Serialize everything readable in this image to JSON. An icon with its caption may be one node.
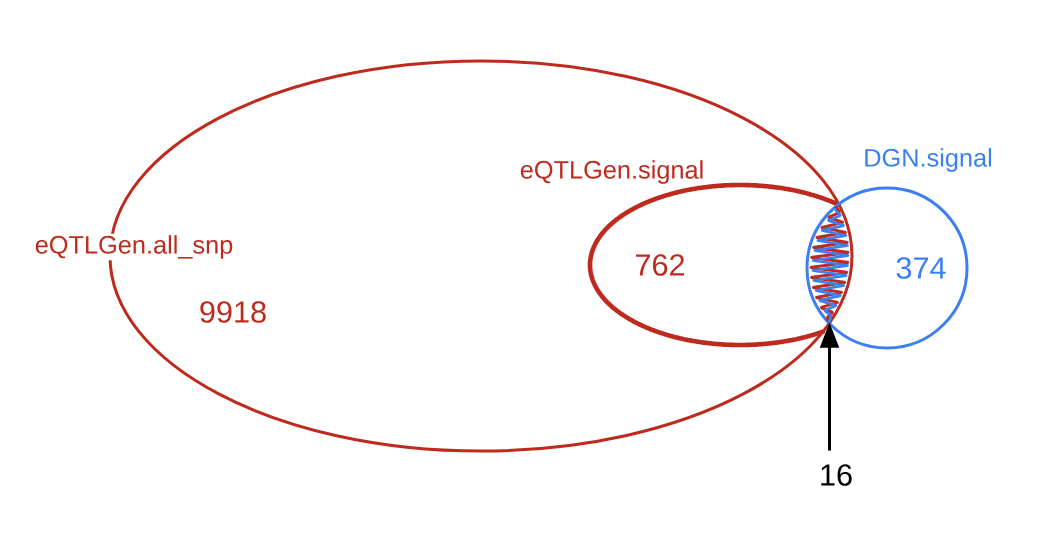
{
  "diagram": {
    "nodes": [
      {
        "text": [
          "eQTLGen.all_snp",
          "9918"
        ]
      },
      {
        "text": [
          "eQTLGen.signal",
          "762"
        ],
        "in": 0
      },
      {
        "text": [
          "DGN.signal",
          "374"
        ]
      },
      {
        "text": [],
        "shape": "lens"
      },
      {
        "text": [
          "16"
        ]
      }
    ],
    "edges": [
      {
        "from": 4,
        "to": 3,
        "arrow": "to"
      }
    ]
  }
}
